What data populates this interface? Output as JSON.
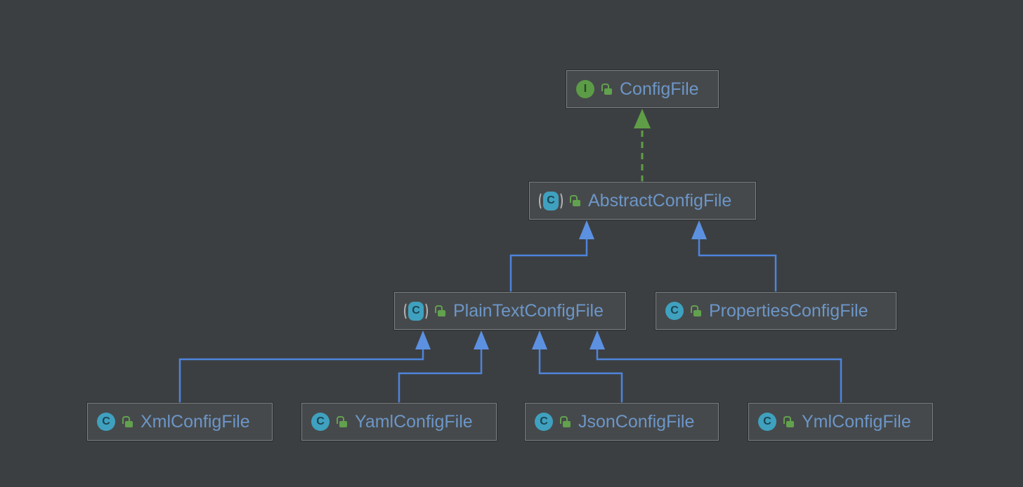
{
  "theme": {
    "bg": "#3C3F41",
    "node_bg": "#46494B",
    "node_border": "#7E8183",
    "node_text": "#6C96C8",
    "edge_extends": "#4E84DC",
    "edge_arrow": "#5C91E2",
    "edge_implements": "#5F9E47",
    "icon_class_bg": "#3FA1BF",
    "icon_interface_bg": "#5C9C46",
    "icon_letter_class": "#1C4550",
    "icon_letter_interface": "#27452B",
    "lock_green": "#62A14E",
    "paren_gray": "#B2B4B6"
  },
  "diagram": {
    "glyphs": {
      "class_letter": "C",
      "interface_letter": "I"
    },
    "nodes": [
      {
        "label": "ConfigFile",
        "type": "interface",
        "visibility": "public"
      },
      {
        "label": "AbstractConfigFile",
        "type": "abstract class",
        "visibility": "public"
      },
      {
        "label": "PlainTextConfigFile",
        "type": "abstract class",
        "visibility": "public"
      },
      {
        "label": "PropertiesConfigFile",
        "type": "class",
        "visibility": "public"
      },
      {
        "label": "XmlConfigFile",
        "type": "class",
        "visibility": "public"
      },
      {
        "label": "YamlConfigFile",
        "type": "class",
        "visibility": "public"
      },
      {
        "label": "JsonConfigFile",
        "type": "class",
        "visibility": "public"
      },
      {
        "label": "YmlConfigFile",
        "type": "class",
        "visibility": "public"
      }
    ],
    "edges": [
      {
        "from": "AbstractConfigFile",
        "to": "ConfigFile",
        "relation": "implements",
        "line": "dashed-green"
      },
      {
        "from": "PlainTextConfigFile",
        "to": "AbstractConfigFile",
        "relation": "extends",
        "line": "solid-blue"
      },
      {
        "from": "PropertiesConfigFile",
        "to": "AbstractConfigFile",
        "relation": "extends",
        "line": "solid-blue"
      },
      {
        "from": "XmlConfigFile",
        "to": "PlainTextConfigFile",
        "relation": "extends",
        "line": "solid-blue"
      },
      {
        "from": "YamlConfigFile",
        "to": "PlainTextConfigFile",
        "relation": "extends",
        "line": "solid-blue"
      },
      {
        "from": "JsonConfigFile",
        "to": "PlainTextConfigFile",
        "relation": "extends",
        "line": "solid-blue"
      },
      {
        "from": "YmlConfigFile",
        "to": "PlainTextConfigFile",
        "relation": "extends",
        "line": "solid-blue"
      }
    ]
  }
}
